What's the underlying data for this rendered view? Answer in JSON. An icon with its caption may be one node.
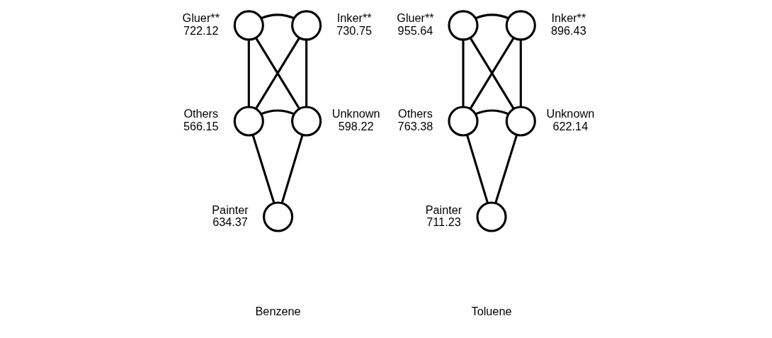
{
  "diagram": {
    "nodes": [
      {
        "text": [],
        "shape": "circle",
        "beside": [
          "Gluer**",
          "722.12"
        ]
      },
      {
        "text": [],
        "shape": "circle",
        "beside": [
          "Inker**",
          "730.75"
        ]
      },
      {
        "text": [],
        "shape": "circle",
        "beside": [
          "Others",
          "566.15"
        ]
      },
      {
        "text": [],
        "shape": "circle",
        "beside": [
          "Unknown",
          "598.22"
        ]
      },
      {
        "text": [],
        "shape": "circle",
        "beside": [
          "Painter",
          "634.37"
        ]
      },
      {
        "text": [],
        "shape": "circle",
        "beside": [
          "Gluer**",
          "955.64"
        ]
      },
      {
        "text": [],
        "shape": "circle",
        "beside": [
          "Inker**",
          "896.43"
        ]
      },
      {
        "text": [],
        "shape": "circle",
        "beside": [
          "Others",
          "763.38"
        ]
      },
      {
        "text": [],
        "shape": "circle",
        "beside": [
          "Unknown",
          "622.14"
        ]
      },
      {
        "text": [],
        "shape": "circle",
        "beside": [
          "Painter",
          "711.23"
        ]
      }
    ],
    "edges": [
      {
        "from": 0,
        "to": 1,
        "arrow": "none"
      },
      {
        "from": 0,
        "to": 2,
        "arrow": "none"
      },
      {
        "from": 0,
        "to": 3,
        "arrow": "none"
      },
      {
        "from": 1,
        "to": 2,
        "arrow": "none"
      },
      {
        "from": 1,
        "to": 3,
        "arrow": "none"
      },
      {
        "from": 2,
        "to": 3,
        "arrow": "none"
      },
      {
        "from": 2,
        "to": 4,
        "arrow": "none"
      },
      {
        "from": 3,
        "to": 4,
        "arrow": "none"
      },
      {
        "from": 5,
        "to": 6,
        "arrow": "none"
      },
      {
        "from": 5,
        "to": 7,
        "arrow": "none"
      },
      {
        "from": 5,
        "to": 8,
        "arrow": "none"
      },
      {
        "from": 6,
        "to": 7,
        "arrow": "none"
      },
      {
        "from": 6,
        "to": 8,
        "arrow": "none"
      },
      {
        "from": 7,
        "to": 8,
        "arrow": "none"
      },
      {
        "from": 7,
        "to": 9,
        "arrow": "none"
      },
      {
        "from": 8,
        "to": 9,
        "arrow": "none"
      }
    ],
    "labels": [
      "Benzene",
      "Toluene"
    ]
  }
}
